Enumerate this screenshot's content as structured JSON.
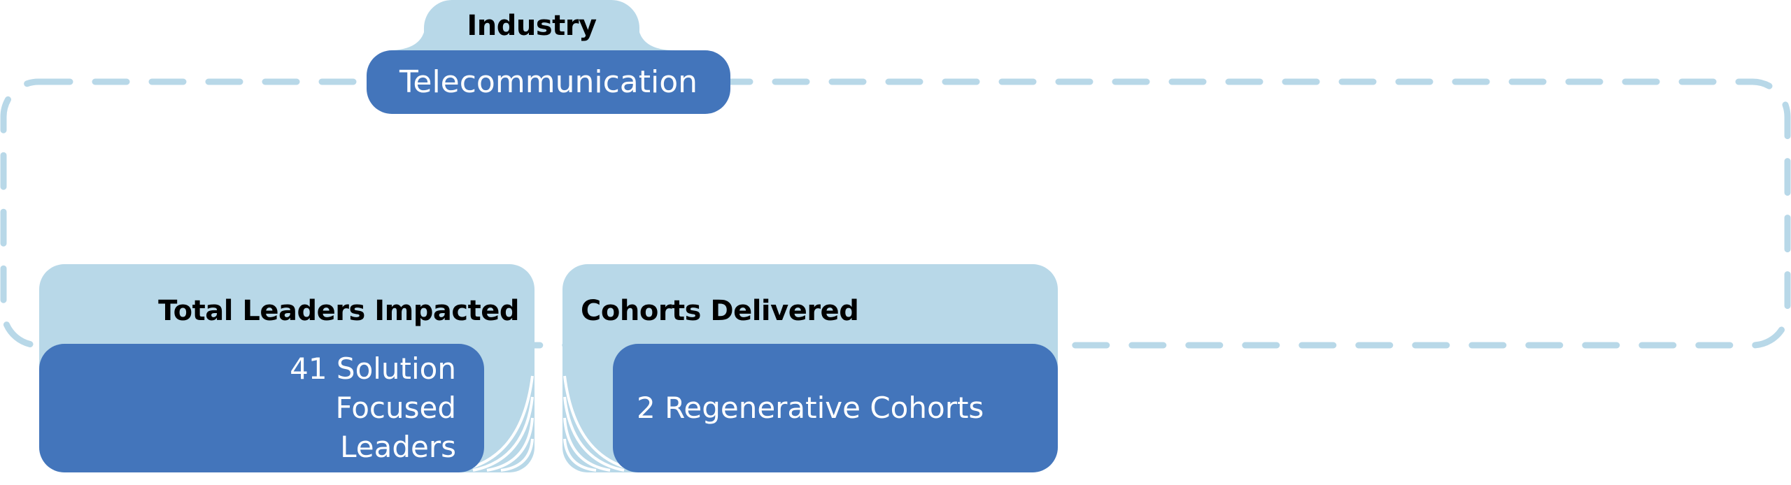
{
  "industry": {
    "label": "Industry",
    "value": "Telecommunication"
  },
  "cards": [
    {
      "label": "Total Leaders Impacted",
      "value": "41 Solution Focused Leaders"
    },
    {
      "label": "Cohorts Delivered",
      "value": "2 Regenerative Cohorts"
    }
  ],
  "colors": {
    "light": "#b8d8e8",
    "dark": "#4375bb"
  }
}
